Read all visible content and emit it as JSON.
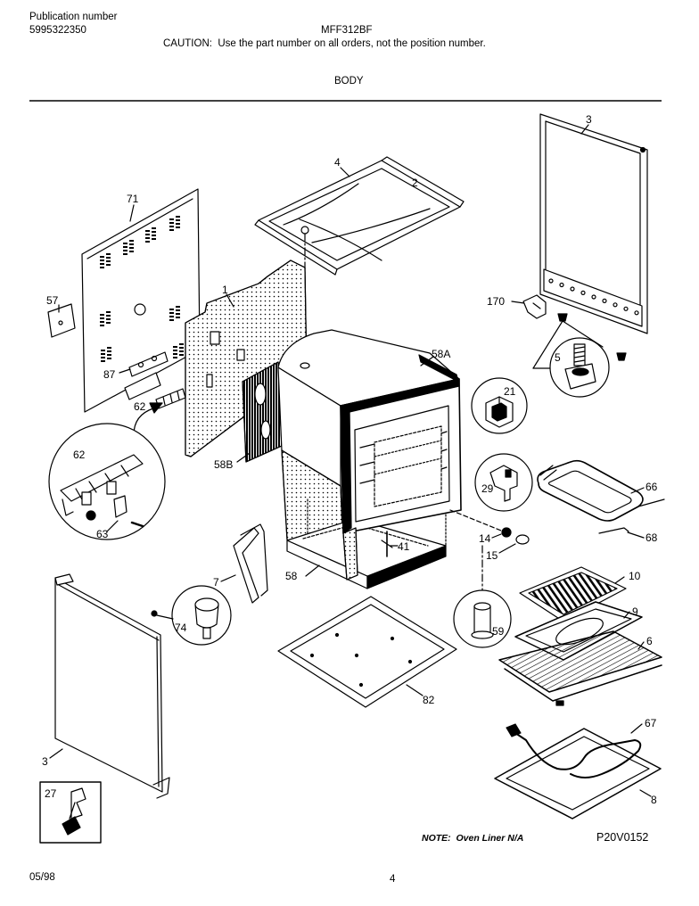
{
  "header": {
    "publication_label": "Publication number",
    "publication_number": "5995322350",
    "model": "MFF312BF",
    "caution": "CAUTION:  Use the part number on all orders, not the position number.",
    "section": "BODY"
  },
  "callouts": [
    "3",
    "4",
    "2",
    "71",
    "1",
    "57",
    "170",
    "5",
    "58A",
    "87",
    "21",
    "62",
    "62",
    "58B",
    "29",
    "66",
    "63",
    "14",
    "68",
    "41",
    "15",
    "7",
    "58",
    "10",
    "74",
    "9",
    "59",
    "6",
    "82",
    "67",
    "3",
    "8",
    "27"
  ],
  "footer": {
    "note": "NOTE:  Oven Liner N/A",
    "figure_code": "P20V0152",
    "date": "05/98",
    "page": "4"
  }
}
